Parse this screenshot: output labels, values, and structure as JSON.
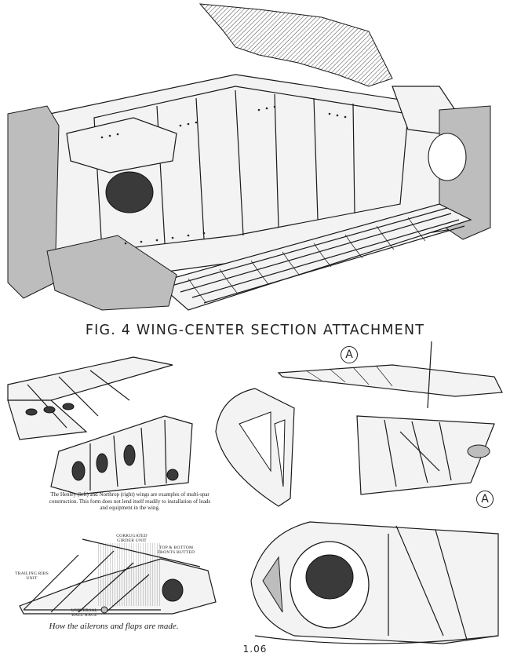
{
  "figure": {
    "title": "FIG. 4 WING-CENTER SECTION ATTACHMENT"
  },
  "captions": {
    "multi_spar": "The Henley (left) and Northrop (right) wings are examples of multi-spar construction. This form does not lend itself readily to installation of leads and equipment in the wing.",
    "ailerons": "How the ailerons and flaps are made."
  },
  "labels": {
    "corrugated_girder": "CORRUGATED GIRDER UNIT",
    "top_bottom": "TOP & BOTTOM FRONTS BUTTED",
    "trailing_ribs": "TRAILING RIBS UNIT",
    "ball_race": "UNIVERSAL BALL RACE"
  },
  "callouts": {
    "detail_marker": "A"
  },
  "page": {
    "number": "1.06"
  }
}
